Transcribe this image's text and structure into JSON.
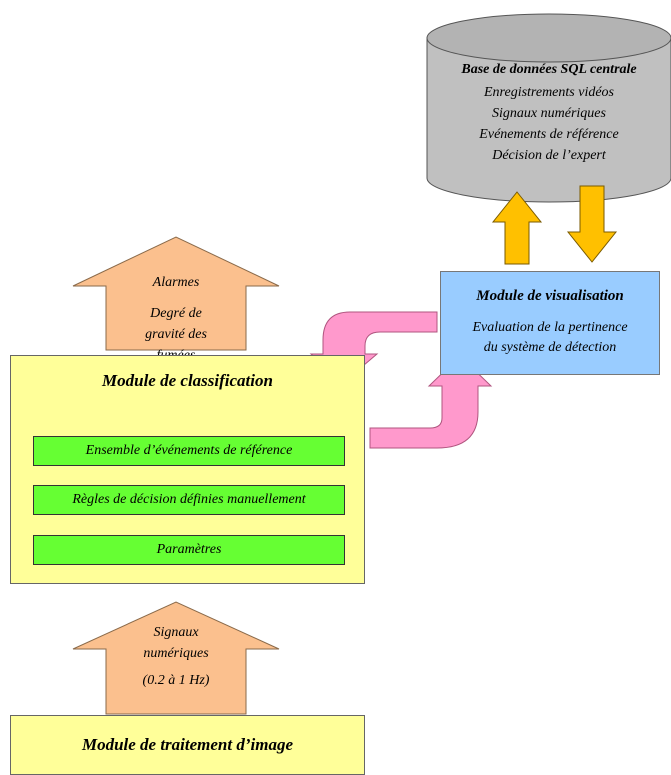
{
  "database": {
    "title": "Base de données SQL centrale",
    "items": [
      "Enregistrements vidéos",
      "Signaux numériques",
      "Evénements de référence",
      "Décision de l’expert"
    ]
  },
  "alarm_arrow": {
    "line1": "Alarmes",
    "line2": "Degré de",
    "line3": "gravité des",
    "line4": "fumées"
  },
  "visualisation": {
    "title": "Module de visualisation",
    "line1": "Evaluation de la pertinence",
    "line2": "du système de détection"
  },
  "classification": {
    "title": "Module de classification",
    "items": [
      "Ensemble d’événements de référence",
      "Règles de décision définies manuellement",
      "Paramètres"
    ]
  },
  "signal_arrow": {
    "line1": "Signaux",
    "line2": "numériques",
    "line3": "(0.2 à 1 Hz)"
  },
  "traitement": {
    "title": "Module de traitement d’image"
  },
  "colors": {
    "database_fill": "#c0c0c0",
    "database_top": "#b3b3b3",
    "arrow_orange": "#fbc08e",
    "arrow_yellow": "#ffc000",
    "arrow_pink": "#ff99cc",
    "module_yellow": "#ffff99",
    "module_blue": "#99ccff",
    "item_green": "#66ff33"
  }
}
